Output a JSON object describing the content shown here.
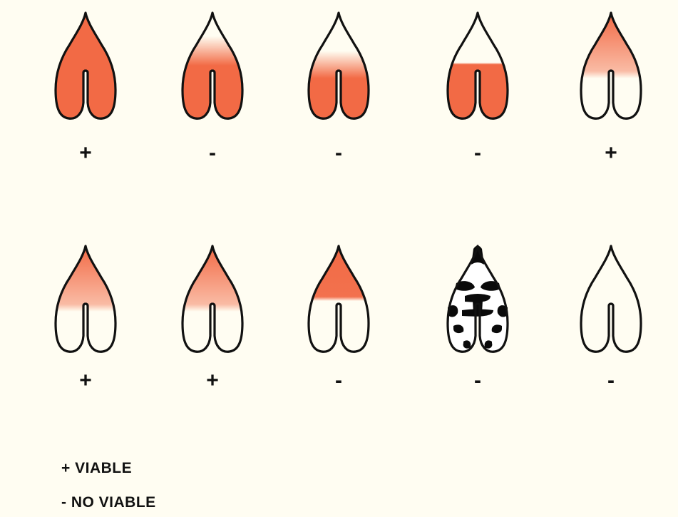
{
  "seeds": [
    {
      "row": 0,
      "col": 0,
      "pattern": "full",
      "sign": "+"
    },
    {
      "row": 0,
      "col": 1,
      "pattern": "fade-top",
      "sign": "-"
    },
    {
      "row": 0,
      "col": 2,
      "pattern": "fade-top",
      "sign": "-"
    },
    {
      "row": 0,
      "col": 3,
      "pattern": "bottom-half",
      "sign": "-"
    },
    {
      "row": 0,
      "col": 4,
      "pattern": "fade-bottom",
      "sign": "+"
    },
    {
      "row": 1,
      "col": 0,
      "pattern": "fade-bottom",
      "sign": "+"
    },
    {
      "row": 1,
      "col": 1,
      "pattern": "fade-bottom",
      "sign": "+"
    },
    {
      "row": 1,
      "col": 2,
      "pattern": "top-half",
      "sign": "-"
    },
    {
      "row": 1,
      "col": 3,
      "pattern": "spotted",
      "sign": "-"
    },
    {
      "row": 1,
      "col": 4,
      "pattern": "none",
      "sign": "-"
    }
  ],
  "legend": {
    "viable": "+ VIABLE",
    "not_viable": "- NO VIABLE"
  },
  "colors": {
    "stain": "#f26a45",
    "outline": "#111111",
    "background": "#fffdf2",
    "spots": "#0a0a0a"
  }
}
